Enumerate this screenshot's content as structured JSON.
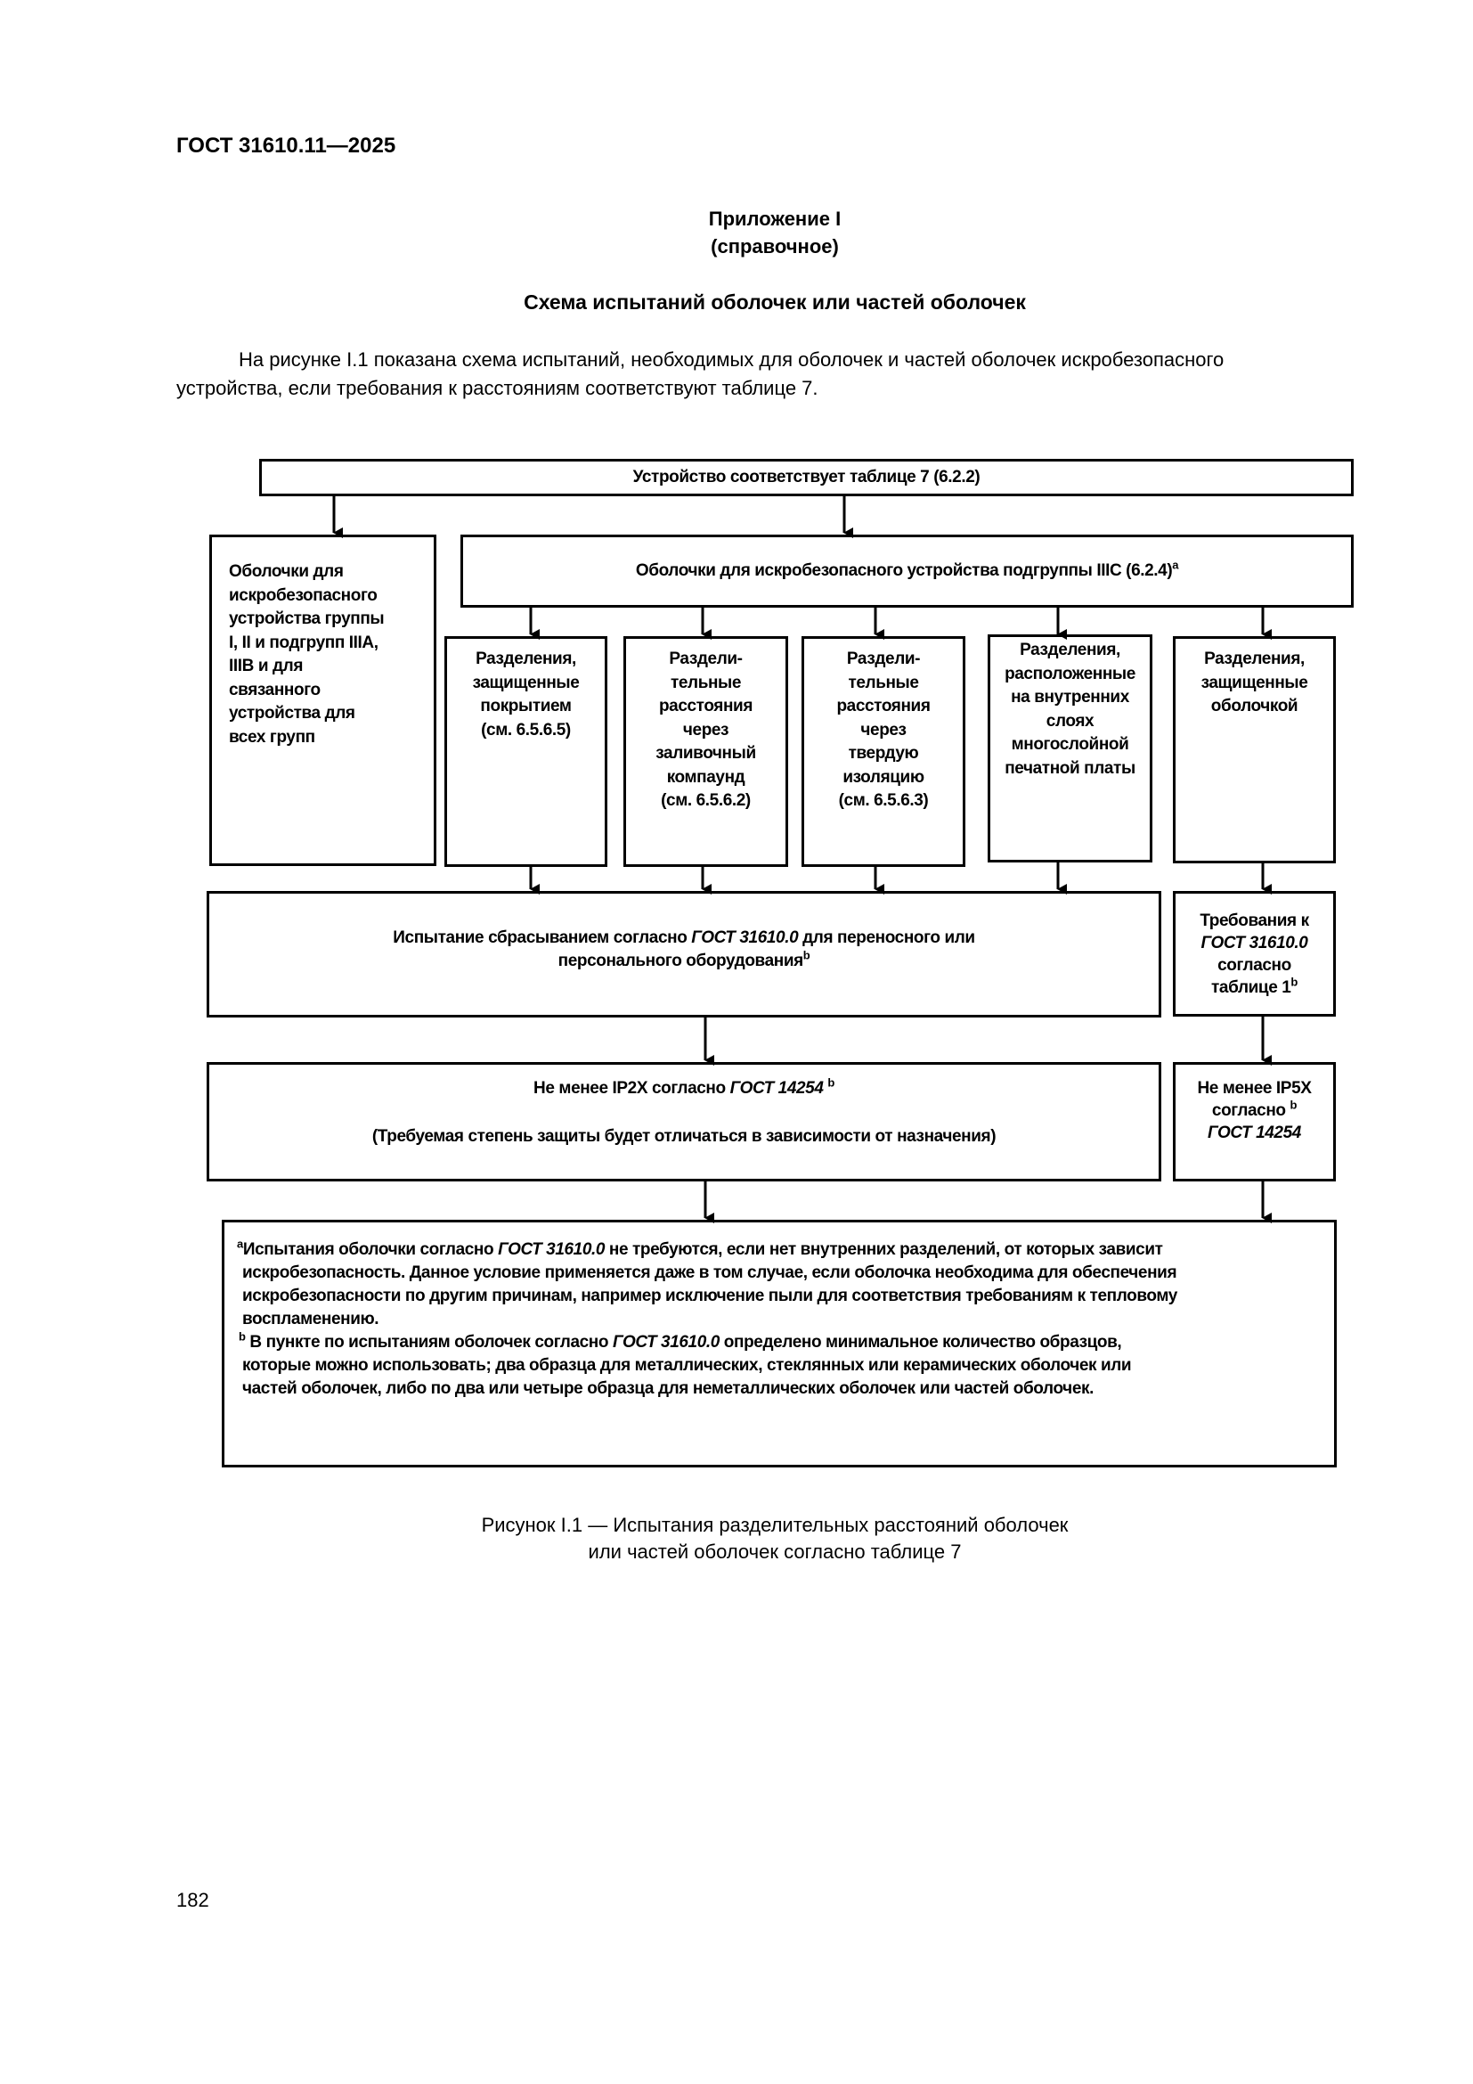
{
  "header": {
    "doc_id": "ГОСТ 31610.11—2025"
  },
  "appendix": {
    "title": "Приложение I",
    "subtitle": "(справочное)",
    "section_title": "Схема испытаний оболочек или частей оболочек"
  },
  "intro": {
    "line1": "На рисунке I.1 показана схема испытаний, необходимых для оболочек и частей оболочек искробезопасного",
    "line2": "устройства, если требования к расстояниям соответствуют таблице 7."
  },
  "diagram": {
    "top_box": "Устройство соответствует таблице 7 (6.2.2)",
    "left_box": [
      "Оболочки для",
      "искробезопасного",
      "устройства группы",
      "I, II и подгрупп IIIA,",
      "IIIB и для",
      "связанного",
      "устройства для",
      "всех групп"
    ],
    "iiic_box": {
      "text": "Оболочки для искробезопасного устройства подгруппы IIIC (6.2.4)",
      "sup": "a"
    },
    "sub_boxes": [
      [
        "Разделения,",
        "защищенные",
        "покрытием",
        "(см. 6.5.6.5)"
      ],
      [
        "Раздели-",
        "тельные",
        "расстояния",
        "через",
        "заливочный",
        "компаунд",
        "(см. 6.5.6.2)"
      ],
      [
        "Раздели-",
        "тельные",
        "расстояния",
        "через",
        "твердую",
        "изоляцию",
        "(см. 6.5.6.3)"
      ],
      [
        "Разделения,",
        "расположенные",
        "на внутренних",
        "слоях",
        "многослойной",
        "печатной платы"
      ],
      [
        "Разделения,",
        "защищенные",
        "оболочкой"
      ]
    ],
    "drop_test": {
      "part1": "Испытание сбрасыванием согласно ",
      "std": "ГОСТ 31610.0",
      "part2": " для переносного или",
      "line2": "персонального оборудования",
      "sup": "b"
    },
    "req_box": {
      "line1": "Требования к",
      "std": "ГОСТ 31610.0",
      "line3": "согласно",
      "line4": "таблице 1",
      "sup": "b"
    },
    "ip2x_box": {
      "part1": "Не менее IP2X согласно ",
      "std": "ГОСТ 14254",
      "sup": "b",
      "line2": "(Требуемая степень защиты будет отличаться в зависимости от назначения)"
    },
    "ip5x_box": {
      "line1": "Не менее IP5X",
      "line2": "согласно",
      "sup": "b",
      "std": "ГОСТ 14254"
    },
    "notes": {
      "a_sup": "a",
      "a_l1_part1": "Испытания оболочки согласно ",
      "a_l1_std": "ГОСТ 31610.0",
      "a_l1_part2": " не требуются, если нет внутренних разделений, от которых  зависит",
      "a_l2": "искробезопасность. Данное условие применяется даже в том случае, если оболочка необходима для  обеспечения",
      "a_l3": "искробезопасности по другим причинам, например исключение пыли для соответствия  требованиям к тепловому",
      "a_l4": "воспламенению.",
      "b_sup": "b",
      "b_l1_part1": " В пункте по испытаниям оболочек согласно ",
      "b_l1_std": "ГОСТ 31610.0",
      "b_l1_part2": " определено минимальное количество образцов,",
      "b_l2": "которые можно использовать; два образца для металлических, стеклянных или керамических оболочек или",
      "b_l3": "частей оболочек, либо по два или четыре образца для неметаллических оболочек или частей оболочек."
    }
  },
  "caption": {
    "line1": "Рисунок I.1 — Испытания разделительных расстояний оболочек",
    "line2": "или частей оболочек согласно таблице 7"
  },
  "footer": {
    "page_number": "182"
  }
}
